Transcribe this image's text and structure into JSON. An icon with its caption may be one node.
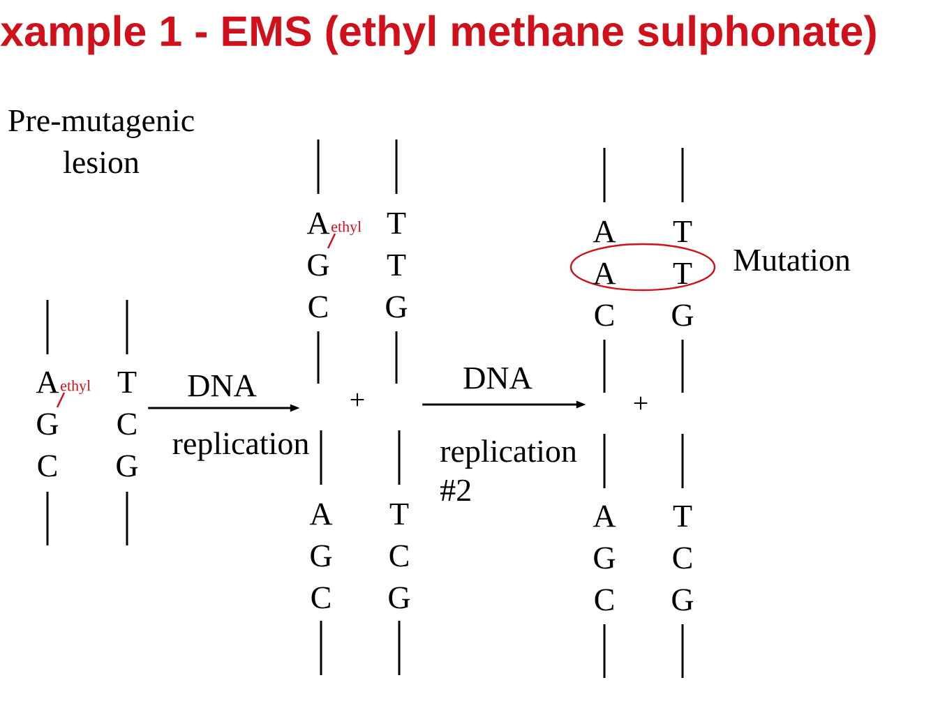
{
  "diagram": {
    "title": "xample 1 - EMS (ethyl methane sulphonate)",
    "nodes": [
      {
        "text": [
          "A",
          "T",
          "G",
          "C",
          "C",
          "G"
        ],
        "beside": [
          "ethyl"
        ]
      },
      {
        "text": [
          "+"
        ]
      },
      {
        "text": [
          "A",
          "T",
          "G",
          "T",
          "C",
          "G"
        ],
        "beside": [
          "ethyl"
        ]
      },
      {
        "text": [
          "A",
          "T",
          "G",
          "C",
          "C",
          "G"
        ]
      },
      {
        "text": [
          "+"
        ]
      },
      {
        "text": [
          "A",
          "T",
          "C",
          "G"
        ]
      },
      {
        "text": [
          "A",
          "T",
          "G",
          "C",
          "C",
          "G"
        ]
      },
      {
        "text": [
          "A",
          "T"
        ],
        "beside": [
          "Mutation"
        ]
      }
    ],
    "edges": [
      {
        "from": 0,
        "to": 1,
        "arrow": "to",
        "label": "DNA"
      },
      {
        "from": 1,
        "to": 4,
        "arrow": "to",
        "label": "DNA"
      }
    ],
    "labels": [
      "Pre-mutagenic lesion",
      "replication",
      "replication #2"
    ]
  }
}
